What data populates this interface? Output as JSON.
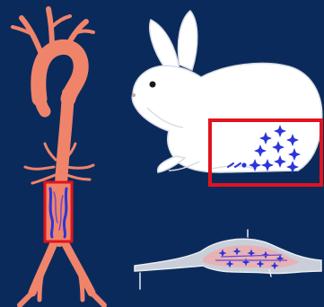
{
  "figure": {
    "panels": [
      {
        "id": "aorta",
        "kind": "aorta-with-highlighted-segment"
      },
      {
        "id": "rabbit",
        "kind": "rabbit-with-highlighted-flank"
      },
      {
        "id": "vessel",
        "kind": "vessel-segment-with-plaque"
      }
    ]
  },
  "colors": {
    "background": "#0b2a5c",
    "aorta": "#f0846a",
    "aorta_outline": "#e56f55",
    "highlight_box": "#e0141e",
    "plaque_blue": "#2b35d8",
    "rabbit_fill": "#ffffff",
    "rabbit_outline": "#d9dde3",
    "vessel_gray": "#c9cfd8",
    "vessel_pink": "#e7b2b6"
  },
  "icons": {
    "star": "blue-four-point-star"
  }
}
